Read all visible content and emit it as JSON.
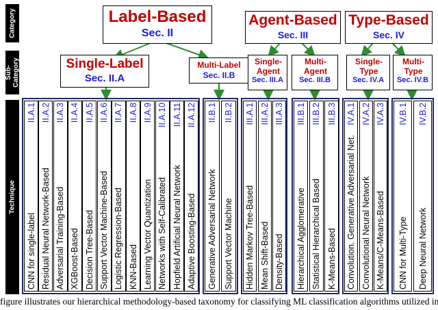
{
  "side_labels": {
    "category": "Category",
    "subcategory": "Sub-Category",
    "technique": "Technique"
  },
  "categories": {
    "label": {
      "title": "Label-Based",
      "sec": "Sec. II"
    },
    "agent": {
      "title": "Agent-Based",
      "sec": "Sec. III"
    },
    "type": {
      "title": "Type-Based",
      "sec": "Sec. IV"
    }
  },
  "subcategories": {
    "single_label": {
      "title": "Single-Label",
      "sec": "Sec. II.A"
    },
    "multi_label": {
      "title": "Multi-Label",
      "sec": "Sec. II.B"
    },
    "single_agent": {
      "title": "Single-Agent",
      "sec": "Sec. III.A"
    },
    "multi_agent": {
      "title": "Multi-Agent",
      "sec": "Sec. III.B"
    },
    "single_type": {
      "title": "Single-Type",
      "sec": "Sec. IV.A"
    },
    "multi_type": {
      "title": "Multi-Type",
      "sec": "Sec. IV.B"
    }
  },
  "techniques": {
    "single_label": [
      {
        "label": "CNN for single-label",
        "code": "II.A.1"
      },
      {
        "label": "Residual Neural Network-Based",
        "code": "II.A.2"
      },
      {
        "label": "Adversarial Training-Based",
        "code": "II.A.3"
      },
      {
        "label": "XGBoost-Based",
        "code": "II.A.4"
      },
      {
        "label": "Decision Tree-Based",
        "code": "II.A.5"
      },
      {
        "label": "Support Vector Machine-Based",
        "code": "II.A.6"
      },
      {
        "label": "Logistic Regression-Based",
        "code": "II.A.7"
      },
      {
        "label": "KNN-Based",
        "code": "II.A.8"
      },
      {
        "label": "Learning Vector Quantization",
        "code": "II.A.9"
      },
      {
        "label": "Networks with Self-Calibrated",
        "code": "II.A.10"
      },
      {
        "label": "Hopfield Artificial Neural Network",
        "code": "II.A.11"
      },
      {
        "label": "Adaptive Boosting-Based",
        "code": "II.A.12"
      }
    ],
    "multi_label": [
      {
        "label": "Generative Adversarial Network",
        "code": "II.B.1"
      },
      {
        "label": "Support Vector Machine",
        "code": "II.B.2"
      }
    ],
    "single_agent": [
      {
        "label": "Hidden Markov Tree-Based",
        "code": "III.A.1"
      },
      {
        "label": "Mean Shift-Based",
        "code": "III.A.2"
      },
      {
        "label": "Density-Based",
        "code": "III.A.3"
      }
    ],
    "multi_agent": [
      {
        "label": "Hierarchical Agglomerative",
        "code": "III.B.1"
      },
      {
        "label": "Statistical Hierarchical Based",
        "code": "III.B.2"
      },
      {
        "label": "K-Means-Based",
        "code": "III.B.3"
      }
    ],
    "single_type": [
      {
        "label": "Convolution. Generative Adversarial Net.",
        "code": "IV.A.1"
      },
      {
        "label": "Convolutional Neural Network",
        "code": "IV.A.2"
      },
      {
        "label": "K-Means/C-Means-Based",
        "code": "IV.A.3"
      }
    ],
    "multi_type": [
      {
        "label": "CNN for Multi-Type",
        "code": "IV.B.1"
      },
      {
        "label": "Deep Neural Network",
        "code": "IV.B.2"
      }
    ]
  },
  "caption": "figure illustrates our hierarchical methodology-based taxonomy for classifying ML classification algorithms utilized in v"
}
